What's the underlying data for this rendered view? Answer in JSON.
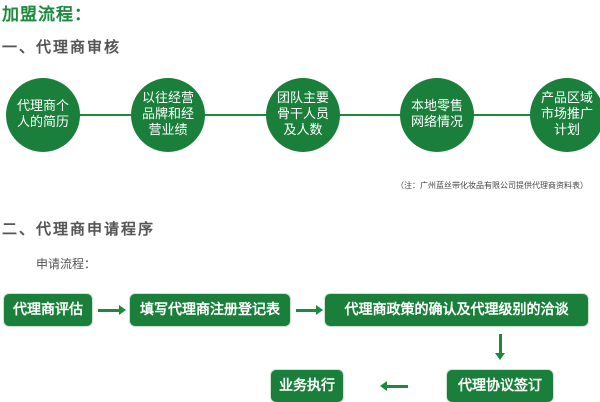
{
  "title": "加盟流程：",
  "section1": {
    "heading": "一、代理商审核",
    "steps": [
      "代理商个人的简历",
      "以往经营品牌和经营业绩",
      "团队主要骨干人员及人数",
      "本地零售网络情况",
      "产品区域市场推广计划"
    ],
    "note": "（注：广州蓝丝带化妆品有限公司提供代理商资料表）"
  },
  "section2": {
    "heading": "二、代理商申请程序",
    "sub": "申请流程：",
    "steps": [
      "代理商评估",
      "填写代理商注册登记表",
      "代理商政策的确认及代理级别的洽谈",
      "代理协议签订",
      "业务执行"
    ]
  },
  "colors": {
    "accent": "#1a7f3a"
  }
}
